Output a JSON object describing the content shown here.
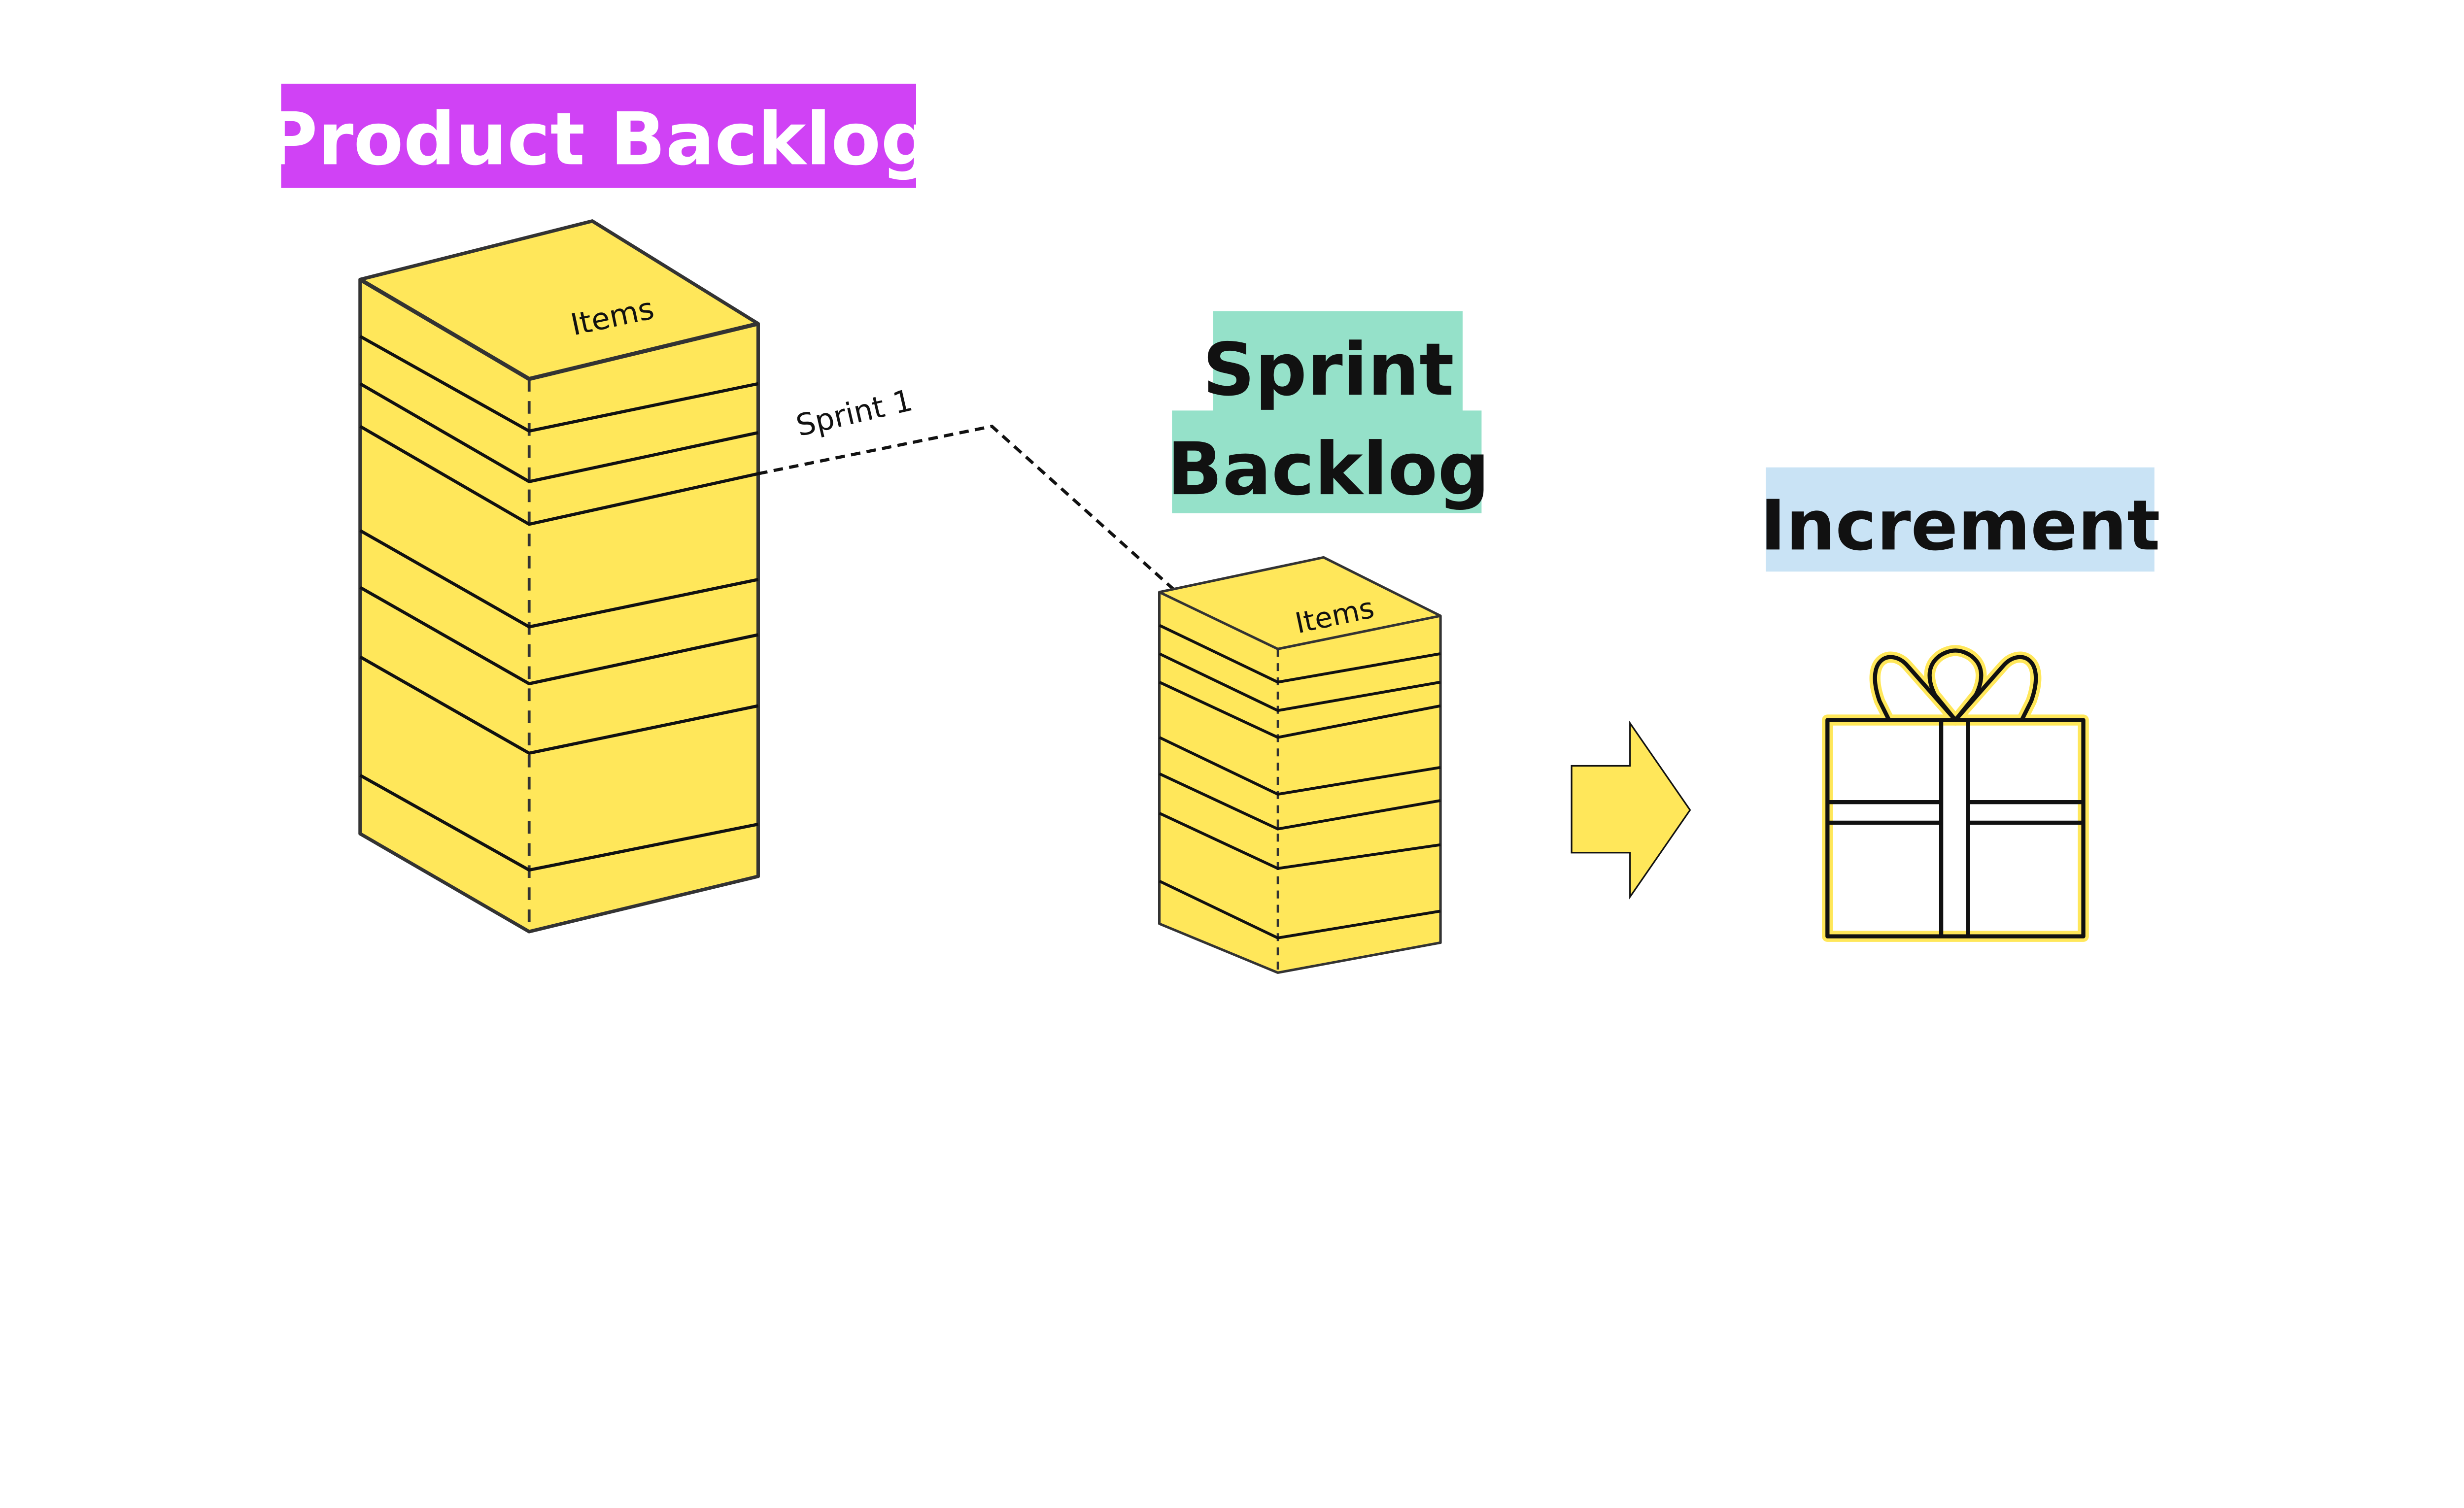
{
  "product_backlog": {
    "title": "Product Backlog",
    "top_label": "Items",
    "sprint_label": "Sprint 1"
  },
  "sprint_backlog": {
    "title_line1": "Sprint",
    "title_line2": "Backlog",
    "top_label": "Items"
  },
  "increment": {
    "title": "Increment",
    "icon": "gift-icon"
  },
  "arrow": {
    "icon": "arrow-right-icon"
  },
  "colors": {
    "product_backlog_bg": "#D042F5",
    "sprint_backlog_bg": "#95E1C9",
    "increment_bg": "#C9E3F5",
    "stack_fill": "#FFE75A",
    "outline": "#333333"
  }
}
